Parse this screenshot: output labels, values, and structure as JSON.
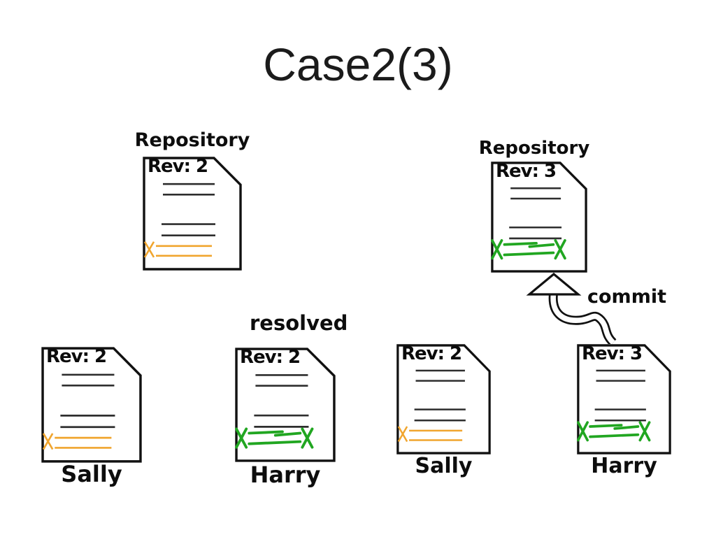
{
  "slide": {
    "title": "Case2(3)"
  },
  "colors": {
    "changed_orange": "#F0A52E",
    "resolved_green": "#21A621",
    "ink": "#111111"
  },
  "documents": [
    {
      "id": "repository-rev2",
      "label": "Repository",
      "rev": "Rev: 2",
      "marks": "orange-conflict"
    },
    {
      "id": "repository-rev3",
      "label": "Repository",
      "rev": "Rev: 3",
      "marks": "green-resolved"
    },
    {
      "id": "sally-working-left",
      "owner": "Sally",
      "rev": "Rev: 2",
      "marks": "orange-conflict"
    },
    {
      "id": "harry-working-left",
      "owner": "Harry",
      "rev": "Rev: 2",
      "status": "resolved",
      "marks": "green-resolved"
    },
    {
      "id": "sally-working-right",
      "owner": "Sally",
      "rev": "Rev: 2",
      "marks": "orange-conflict"
    },
    {
      "id": "harry-working-right",
      "owner": "Harry",
      "rev": "Rev: 3",
      "marks": "green-resolved"
    }
  ],
  "arrow": {
    "label": "commit"
  }
}
